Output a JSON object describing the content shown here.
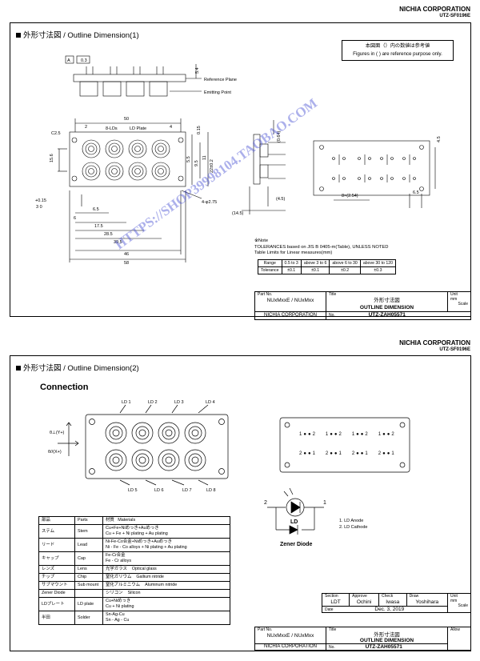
{
  "page1": {
    "corp": "NICHIA CORPORATION",
    "code": "UTZ-SF0196E",
    "section_title": "外形寸法図 / Outline Dimension(1)",
    "ref_note_jp": "本図面（）内の数値は参考値",
    "ref_note_en": "Figures in ( ) are reference purpose only.",
    "labels": {
      "reference_plane": "Reference Plane",
      "emitting_point": "Emitting Point",
      "ld_plate": "LD Plate",
      "ld_count": "8-LDs",
      "hole": "4-φ2.75",
      "pins": "8×(2.54)",
      "tol_a": "A",
      "flat": "0.3",
      "c_label": "C2.5"
    },
    "dims": {
      "d50": "50",
      "d2": "2",
      "d4": "4",
      "d5_4": "5.4",
      "d0_15": "0.15",
      "d15_6": "15.6",
      "d0_6_5": "6.5",
      "d17_5": "17.5",
      "d28_5": "28.5",
      "d39_5": "39.5",
      "d46": "46",
      "d58": "58",
      "d6": "6",
      "d11": "11",
      "d22": "22±0.2",
      "d9_5": "9.5",
      "d5_5": "5.5",
      "d0_015": "+0.15",
      "d3_0": "3   0",
      "d0_64": "(0.64)",
      "d4_5a": "(4.5)",
      "d14_5": "(14.5)",
      "d4_5": "4.5",
      "d6_5b": "6.5"
    },
    "note_title": "※Note",
    "note_line1": "TOLERANCES based on JIS B 0405-m(Table), UNLESS NOTED",
    "note_line2": "Table Limits for Linear measures(mm)",
    "tolerance_table": {
      "header": [
        "Range",
        "0.5 to 3",
        "above 3 to 6",
        "above 6 to 30",
        "above 30 to 120"
      ],
      "row": [
        "Tolerance",
        "±0.1",
        "±0.1",
        "±0.2",
        "±0.3"
      ]
    },
    "title_block": {
      "part_no_label": "Part No.",
      "part_no": "NUxMxxE / NUxMxx",
      "title_label": "Title",
      "title_jp": "外形寸法図",
      "title_en": "OUTLINE DIMENSION",
      "unit_label": "Unit",
      "unit": "mm",
      "scale_label": "Scale",
      "corp": "NICHIA CORPORATION",
      "no_label": "No.",
      "no": "UTZ-ZAH05571"
    }
  },
  "page2": {
    "corp": "NICHIA CORPORATION",
    "code": "UTZ-SF0196E",
    "section_title": "外形寸法図 / Outline Dimension(2)",
    "connection": "Connection",
    "ld_top": [
      "LD 1",
      "LD 2",
      "LD 3",
      "LD 4"
    ],
    "ld_bottom": [
      "LD 5",
      "LD 6",
      "LD 7",
      "LD 8"
    ],
    "axis_y": "θ⊥(Y+)",
    "axis_x": "θ//(X+)",
    "pin1": "1",
    "pin2": "2",
    "ld": "LD",
    "zener": "Zener Diode",
    "legend": [
      "1. LD Anode",
      "2. LD Cathode"
    ],
    "materials_header": [
      "部品",
      "Parts",
      "材質",
      "Materials"
    ],
    "materials": [
      {
        "jp": "ステム",
        "en": "Stem",
        "m1": "Cu+Fe+Niめっき+Auめっき",
        "m2": "Cu + Fe + Ni plating + Au plating"
      },
      {
        "jp": "リード",
        "en": "Lead",
        "m1": "Ni-Fe-Co合金+Niめっき+Auめっき",
        "m2": "Ni - Fe - Co alloys + Ni plating + Au plating"
      },
      {
        "jp": "キャップ",
        "en": "Cap",
        "m1": "Fe-Cr合金",
        "m2": "Fe - Cr alloys"
      },
      {
        "jp": "レンズ",
        "en": "Lens",
        "m1": "光学ガラス",
        "m2": "Optical glass"
      },
      {
        "jp": "チップ",
        "en": "Chip",
        "m1": "窒化ガリウム",
        "m2": "Gallium nitride"
      },
      {
        "jp": "サブマウント",
        "en": "Sub mount",
        "m1": "窒化アルミニウム",
        "m2": "Aluminum nitride"
      },
      {
        "jp": "Zener Diode",
        "en": "",
        "m1": "シリコン",
        "m2": "Silicon"
      },
      {
        "jp": "LDプレート",
        "en": "LD plate",
        "m1": "Cu+Niめっき",
        "m2": "Cu + Ni plating"
      },
      {
        "jp": "半田",
        "en": "Solder",
        "m1": "Sn-Ag-Cu",
        "m2": "Sn - Ag - Cu"
      }
    ],
    "approval": {
      "section_label": "Section",
      "section": "LDT",
      "approve_label": "Approve",
      "approve": "Ochini",
      "check_label": "Check",
      "check": "Iwasa",
      "draw_label": "Draw",
      "draw": "Yoshihara",
      "date_label": "Date",
      "date": "Dec. 3, 2019",
      "unit_label": "Unit",
      "unit": "mm",
      "scale_label": "Scale",
      "allow_label": "Allow"
    },
    "title_block": {
      "part_no_label": "Part No.",
      "part_no": "NUxMxxE / NUxMxx",
      "title_label": "Title",
      "title_jp": "外形寸法図",
      "title_en": "OUTLINE DIMENSION",
      "corp": "NICHIA CORPORATION",
      "no_label": "No.",
      "no": "UTZ-ZAH05571"
    }
  },
  "watermark": "HTTPS://SHOP39998104.TAOBAO.COM"
}
